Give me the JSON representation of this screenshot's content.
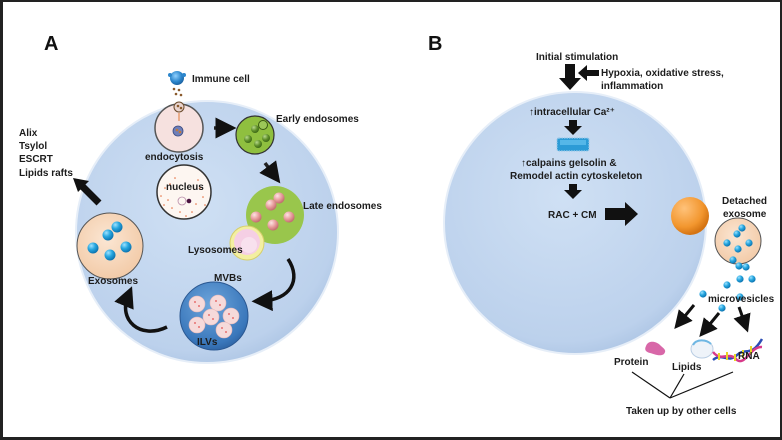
{
  "figure": {
    "panel_a": {
      "label": "A",
      "immune_cell": "Immune cell",
      "early_endosomes": "Early endosomes",
      "endocytosis": "endocytosis",
      "nucleus": "nucleus",
      "late_endosomes": "Late endosomes",
      "lysosomes": "Lysosomes",
      "mvbs": "MVBs",
      "ilvs": "ILVs",
      "exosomes": "Exosomes",
      "factors": [
        "Alix",
        "Tsylol",
        "ESCRT",
        "Lipids rafts"
      ]
    },
    "panel_b": {
      "label": "B",
      "initial_stimulation": "Initial stimulation",
      "stress_line1": "Hypoxia, oxidative stress,",
      "stress_line2": "inflammation",
      "calcium": "↑intracellular Ca²⁺",
      "calpains_line1": "↑calpains gelsolin &",
      "calpains_line2": "Remodel actin cytoskeleton",
      "rac_cm": "RAC + CM",
      "detached_line1": "Detached",
      "detached_line2": "exosome",
      "microvesicles": "microvesicles",
      "protein": "Protein",
      "lipids": "Lipids",
      "rna": "RNA",
      "taken_up": "Taken up by other cells"
    }
  },
  "colors": {
    "cell": "#c3d6ee",
    "early_endosome": "#8fbf3f",
    "late_endosome": "#99c64c",
    "vesicle_blue": "#2fa8df",
    "exosome_bg": "#f7d6b6",
    "mvb": "#3d7bbf",
    "orange_bleb": "#f2962e"
  }
}
